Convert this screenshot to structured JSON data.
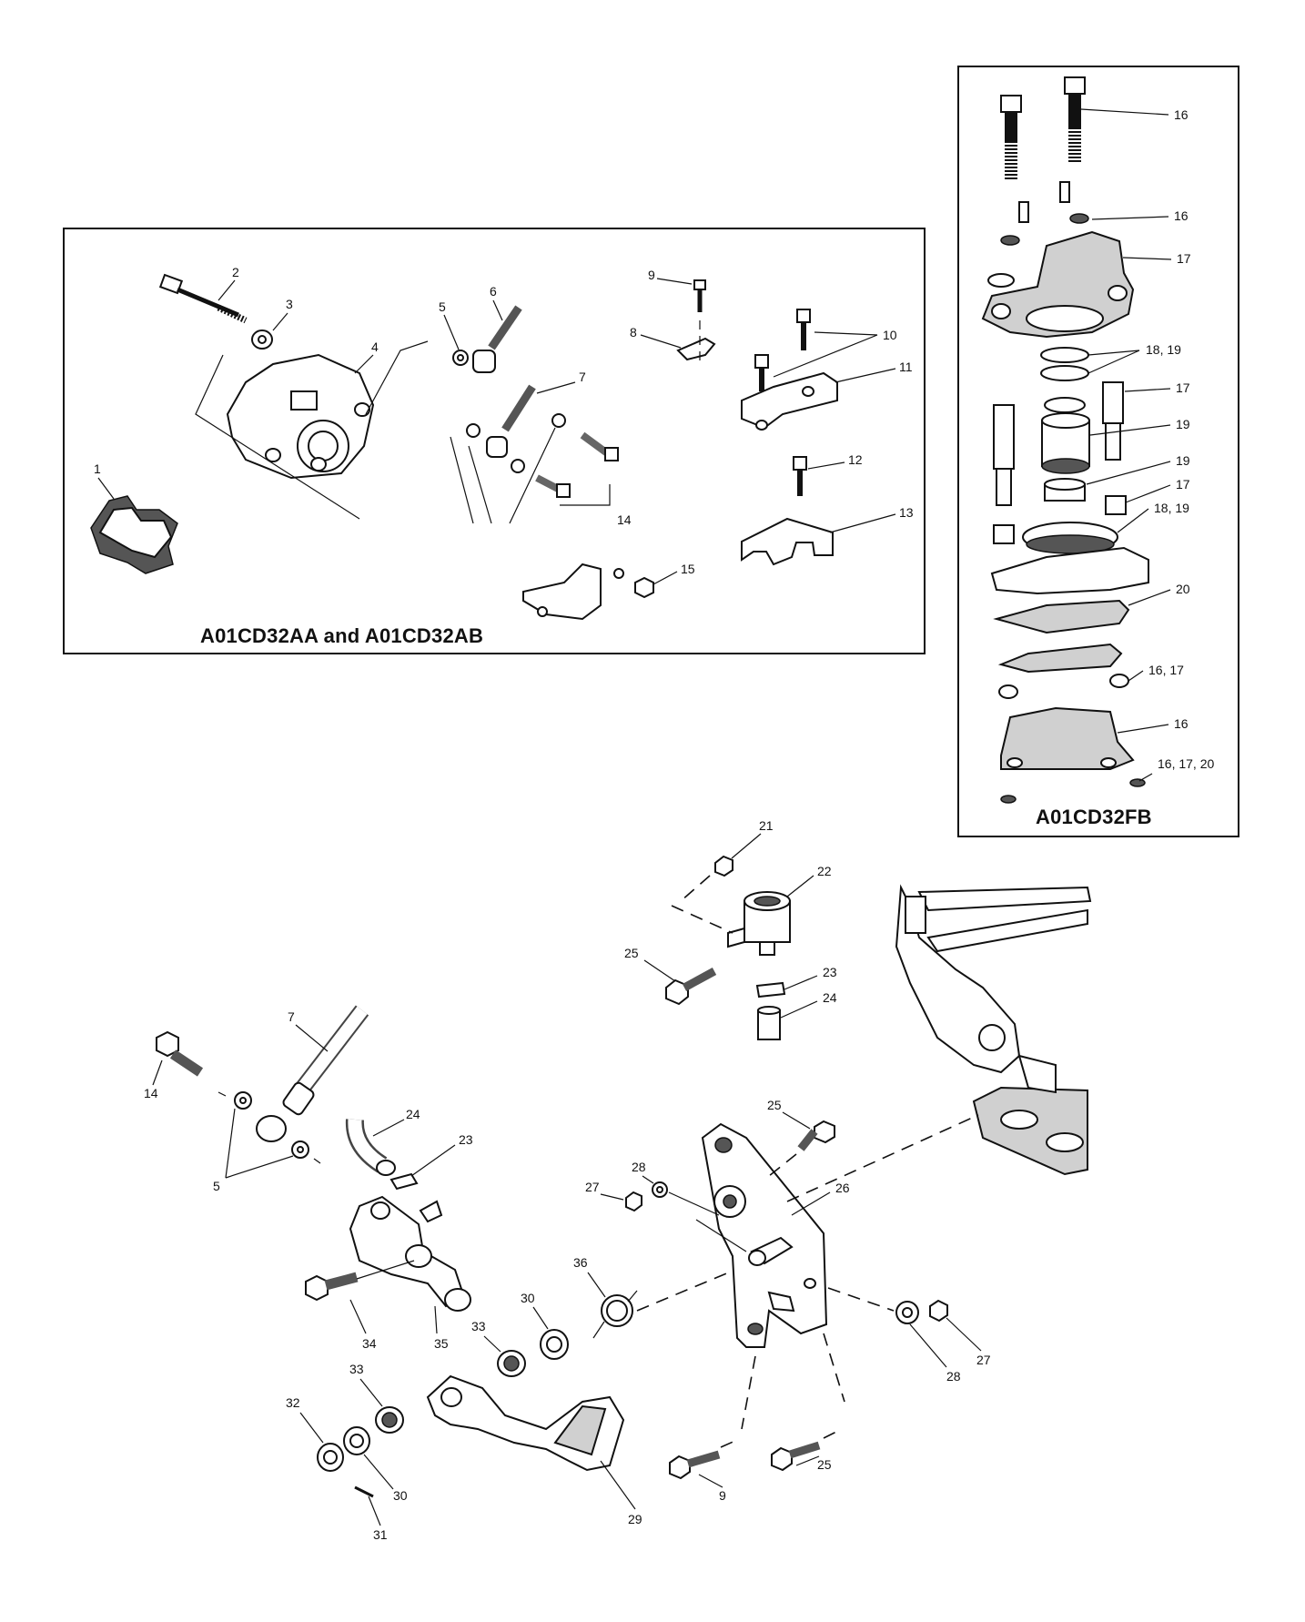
{
  "insets": {
    "caliper_aa_ab": {
      "caption": "A01CD32AA and A01CD32AB"
    },
    "caliper_fb": {
      "caption": "A01CD32FB"
    }
  },
  "callouts": {
    "aa": [
      "1",
      "2",
      "3",
      "4",
      "5",
      "6",
      "7",
      "8",
      "9",
      "10",
      "11",
      "12",
      "13",
      "14",
      "15"
    ],
    "fb": [
      "16",
      "16",
      "17",
      "18, 19",
      "17",
      "19",
      "19",
      "17",
      "18, 19",
      "20",
      "16, 17",
      "16",
      "16, 17, 20"
    ],
    "main": [
      "21",
      "22",
      "25",
      "23",
      "24",
      "7",
      "14",
      "5",
      "24",
      "23",
      "25",
      "26",
      "28",
      "27",
      "36",
      "30",
      "33",
      "34",
      "35",
      "33",
      "32",
      "30",
      "31",
      "29",
      "9",
      "25",
      "28",
      "27"
    ]
  }
}
